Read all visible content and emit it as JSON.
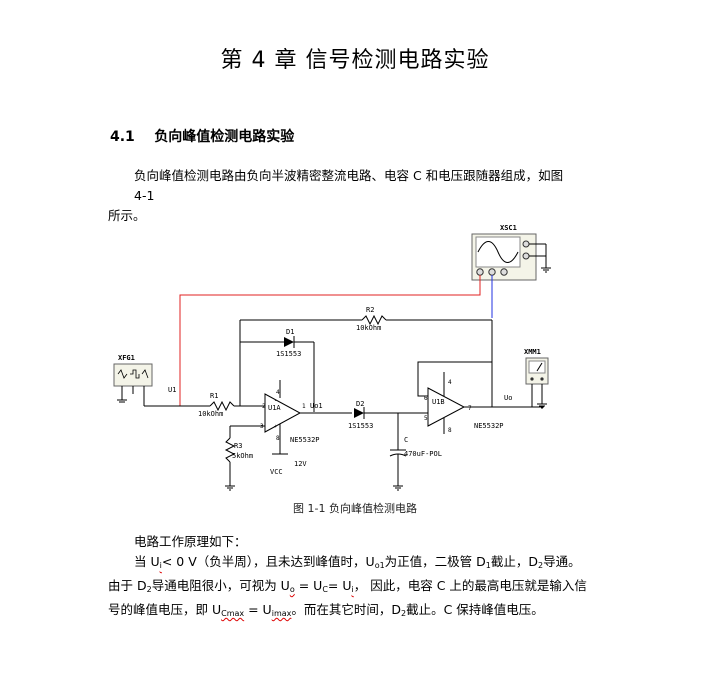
{
  "chapter_title": "第 4 章    信号检测电路实验",
  "section": {
    "number": "4.1",
    "title": "负向峰值检测电路实验"
  },
  "intro": {
    "line1": "负向峰值检测电路由负向半波精密整流电路、电容 C 和电压跟随器组成，如图 4-1",
    "line2": "所示。"
  },
  "figure": {
    "caption": "图 1-1   负向峰值检测电路",
    "labels": {
      "xsc1": "XSC1",
      "xfg1": "XFG1",
      "xmm1": "XMM1",
      "u1": "U1",
      "r1": "R1",
      "r1_val": "10kOhm",
      "r2": "R2",
      "r2_val": "10kOhm",
      "r3": "R3",
      "r3_val": "5kOhm",
      "d1": "D1",
      "d1_val": "1S1553",
      "d2": "D2",
      "d2_val": "1S1553",
      "u1a": "U1A",
      "u1b": "U1B",
      "ne1": "NE5532P",
      "ne2": "NE5532P",
      "uo1": "Uo1",
      "uo": "Uo",
      "c": "C",
      "c_val": "470uF-POL",
      "vcc": "VCC",
      "v12": "12V",
      "pin4a": "4",
      "pin8a": "8",
      "pin2": "2",
      "pin3": "3",
      "pin1": "1",
      "pin4b": "4",
      "pin8b": "8",
      "pin6": "6",
      "pin5": "5",
      "pin7": "7"
    }
  },
  "body": {
    "intro_label": "电路工作原理如下：",
    "p1_a": "当 U",
    "p1_sub1": "i",
    "p1_b": "< 0 V（负半周），且未达到峰值时，U",
    "p1_sub2": "o1",
    "p1_c": "为正值，二极管 D",
    "p1_sub3": "1",
    "p1_d": "截止，D",
    "p1_sub4": "2",
    "p1_e": "导通。",
    "p2_a": "由于 D",
    "p2_sub1": "2",
    "p2_b": "导通电阻很小，可视为 U",
    "p2_sub2": "o",
    "p2_c": " = U",
    "p2_sub3": "C",
    "p2_d": "= U",
    "p2_sub4": "i",
    "p2_e": "，  因此，电容 C 上的最高电压就是输入信",
    "p3_a": "号的峰值电压，即 U",
    "p3_sub1": "Cmax",
    "p3_b": " = U",
    "p3_sub2": "imax",
    "p3_c": "。而在其它时间，D",
    "p3_sub3": "2",
    "p3_d": "截止。C 保持峰值电压。"
  }
}
